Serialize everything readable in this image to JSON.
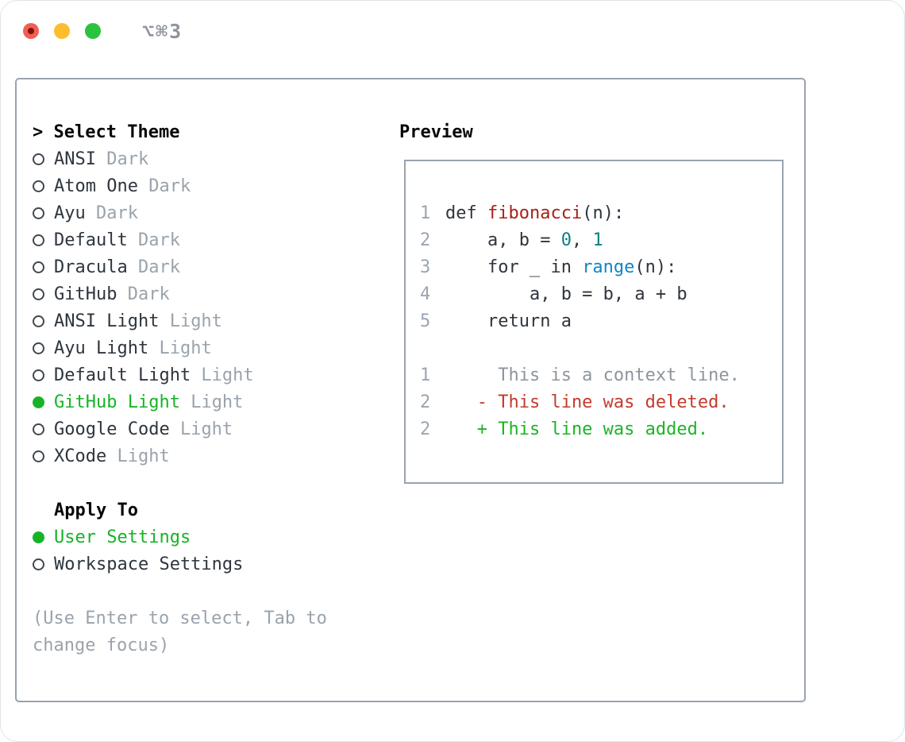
{
  "window": {
    "title": "⌥⌘3",
    "traffic_lights": [
      {
        "name": "close",
        "color": "#f25d52",
        "has_dot": true
      },
      {
        "name": "minimize",
        "color": "#fdbd2f",
        "has_dot": false
      },
      {
        "name": "zoom",
        "color": "#2bc23f",
        "has_dot": false
      }
    ]
  },
  "theme_menu": {
    "header_prefix": "> ",
    "header": "Select Theme",
    "items": [
      {
        "name": "ANSI",
        "variant": "Dark",
        "selected": false
      },
      {
        "name": "Atom One",
        "variant": "Dark",
        "selected": false
      },
      {
        "name": "Ayu",
        "variant": "Dark",
        "selected": false
      },
      {
        "name": "Default",
        "variant": "Dark",
        "selected": false
      },
      {
        "name": "Dracula",
        "variant": "Dark",
        "selected": false
      },
      {
        "name": "GitHub",
        "variant": "Dark",
        "selected": false
      },
      {
        "name": "ANSI Light",
        "variant": "Light",
        "selected": false
      },
      {
        "name": "Ayu Light",
        "variant": "Light",
        "selected": false
      },
      {
        "name": "Default Light",
        "variant": "Light",
        "selected": false
      },
      {
        "name": "GitHub Light",
        "variant": "Light",
        "selected": true
      },
      {
        "name": "Google Code",
        "variant": "Light",
        "selected": false
      },
      {
        "name": "XCode",
        "variant": "Light",
        "selected": false
      }
    ]
  },
  "apply_to": {
    "header": "Apply To",
    "items": [
      {
        "name": "User Settings",
        "selected": true
      },
      {
        "name": "Workspace Settings",
        "selected": false
      }
    ]
  },
  "hint": {
    "line1": "(Use Enter to select, Tab to",
    "line2": "change focus)"
  },
  "preview": {
    "header": "Preview",
    "code_lines": [
      {
        "num": "1",
        "tokens": [
          {
            "text": "def ",
            "kind": "code"
          },
          {
            "text": "fibonacci",
            "kind": "func"
          },
          {
            "text": "(n):",
            "kind": "code"
          }
        ]
      },
      {
        "num": "2",
        "tokens": [
          {
            "text": "    a, b = ",
            "kind": "code"
          },
          {
            "text": "0",
            "kind": "num"
          },
          {
            "text": ", ",
            "kind": "code"
          },
          {
            "text": "1",
            "kind": "num"
          }
        ]
      },
      {
        "num": "3",
        "tokens": [
          {
            "text": "    for _ in ",
            "kind": "code"
          },
          {
            "text": "range",
            "kind": "builtin"
          },
          {
            "text": "(n):",
            "kind": "code"
          }
        ]
      },
      {
        "num": "4",
        "tokens": [
          {
            "text": "        a, b = b, a + b",
            "kind": "code"
          }
        ]
      },
      {
        "num": "5",
        "tokens": [
          {
            "text": "    return a",
            "kind": "code"
          }
        ]
      }
    ],
    "diff_lines": [
      {
        "num": "1",
        "marker": " ",
        "text": "This is a context line.",
        "kind": "context"
      },
      {
        "num": "2",
        "marker": "-",
        "text": "This line was deleted.",
        "kind": "deleted"
      },
      {
        "num": "2",
        "marker": "+",
        "text": "This line was added.",
        "kind": "added"
      }
    ]
  },
  "colors": {
    "selected_green": "#17b327",
    "added_green": "#1ab525",
    "deleted_red": "#c53a2e",
    "function_red": "#a92018",
    "number_teal": "#0e7e85",
    "builtin_blue": "#0e86c6",
    "text_dark": "#2e353d",
    "muted_gray": "#9aa3ac",
    "border_gray": "#9aa3ae"
  }
}
